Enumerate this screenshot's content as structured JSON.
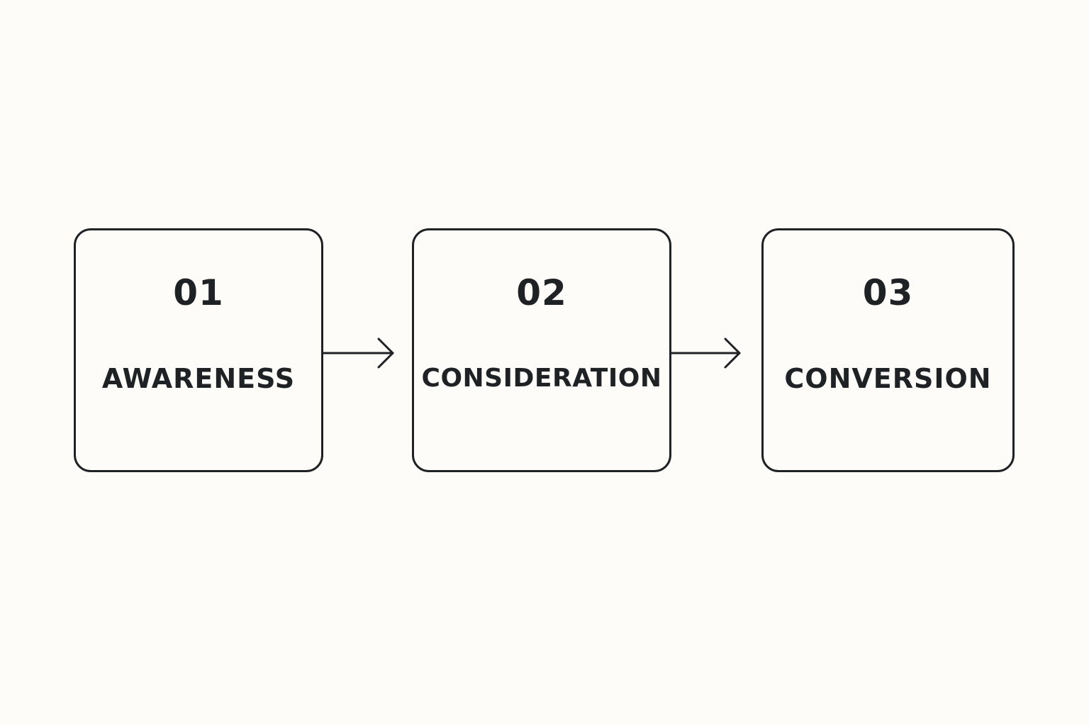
{
  "colors": {
    "background": "#fdfcf8",
    "stroke": "#1f2225",
    "text": "#1f2225"
  },
  "steps": [
    {
      "number": "01",
      "label": "AWARENESS"
    },
    {
      "number": "02",
      "label": "CONSIDERATION"
    },
    {
      "number": "03",
      "label": "CONVERSION"
    }
  ],
  "connectors": [
    {
      "from": "01",
      "to": "02",
      "icon": "arrow-right-icon"
    },
    {
      "from": "02",
      "to": "03",
      "icon": "arrow-right-icon"
    }
  ]
}
